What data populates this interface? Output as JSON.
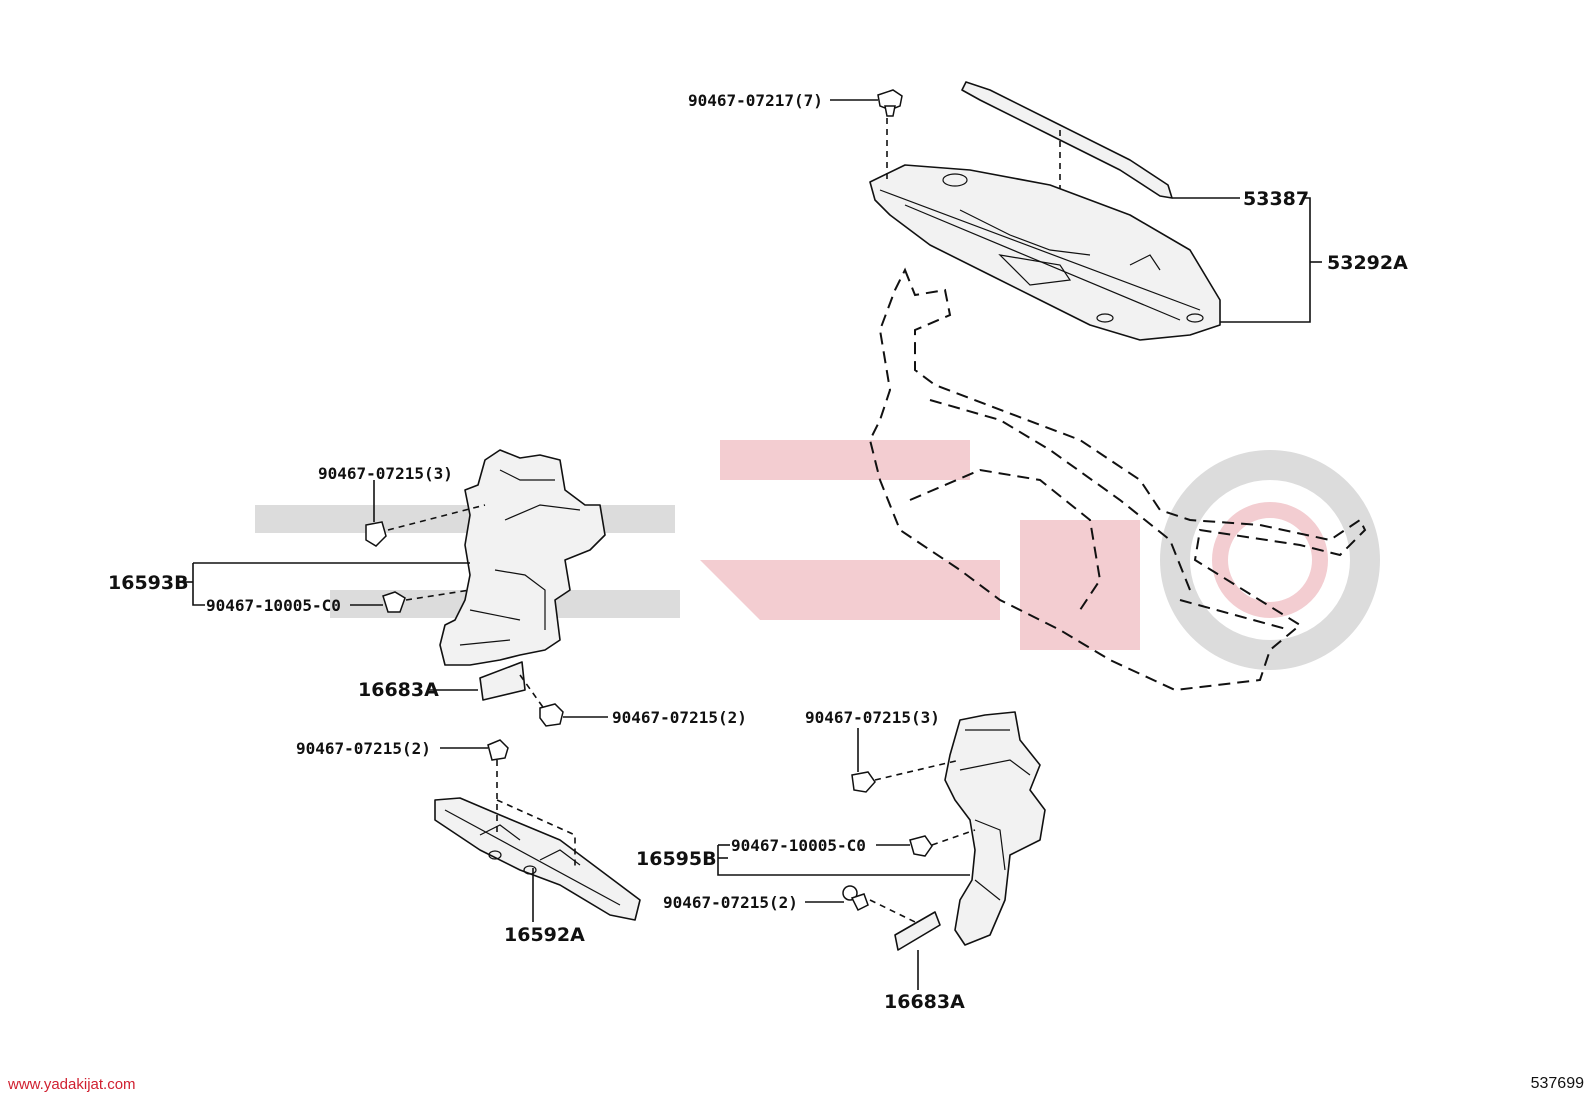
{
  "watermark": {
    "text": "یدکی جات",
    "gray": "#d9d9d9",
    "red": "#f2c9cd"
  },
  "labels": {
    "p53387": "53387",
    "p53292A": "53292A",
    "f_top": "90467-07217(7)",
    "f_left_top": "90467-07215(3)",
    "p16593B": "16593B",
    "f_left_clip": "90467-10005-C0",
    "p16683A_left": "16683A",
    "f_left_mid": "90467-07215(2)",
    "f_left_low": "90467-07215(2)",
    "p16592A": "16592A",
    "f_right_top": "90467-07215(3)",
    "p16595B": "16595B",
    "f_right_clip": "90467-10005-C0",
    "f_right_low": "90467-07215(2)",
    "p16683A_right": "16683A"
  },
  "footer": {
    "site": "www.yadakijat.com",
    "site_color": "#d02030",
    "diagram_id": "537699"
  }
}
